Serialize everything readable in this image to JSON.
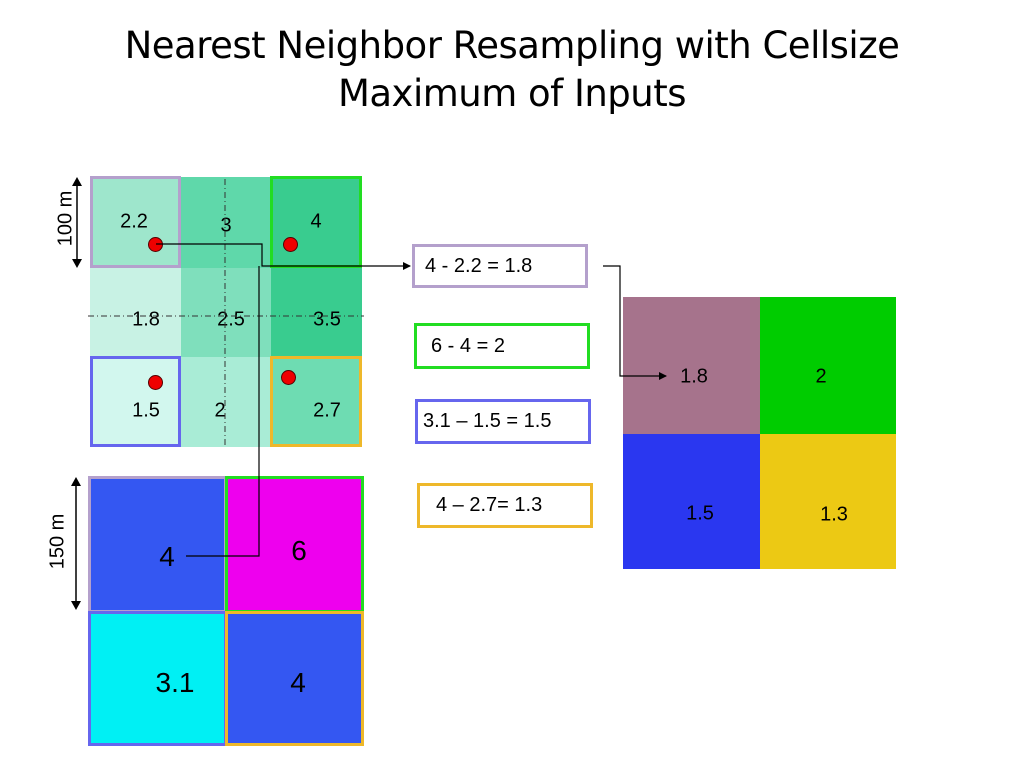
{
  "title": {
    "line1": "Nearest Neighbor Resampling with Cellsize",
    "line2": "Maximum of Inputs"
  },
  "fine_grid": {
    "dimension_label": "100 m",
    "rows": [
      [
        "2.2",
        "3",
        "4"
      ],
      [
        "1.8",
        "2.5",
        "3.5"
      ],
      [
        "1.5",
        "2",
        "2.7"
      ]
    ],
    "colors": [
      [
        "#9ee6cc",
        "#5fd8aa",
        "#39cc8f"
      ],
      [
        "#c8f2e4",
        "#7fdfbc",
        "#39cc8f"
      ],
      [
        "#d2f7ee",
        "#a9ecd6",
        "#6edcb2"
      ]
    ]
  },
  "coarse_grid": {
    "dimension_label": "150 m",
    "rows": [
      [
        "4",
        "6"
      ],
      [
        "3.1",
        "4"
      ]
    ],
    "colors": [
      [
        "#3457f2",
        "#ee00ee"
      ],
      [
        "#00f0f4",
        "#3457f2"
      ]
    ]
  },
  "equations": [
    {
      "text": "4 - 2.2 = 1.8",
      "border": "#b4a0cc"
    },
    {
      "text": "6 - 4 =  2",
      "border": "#22dd22"
    },
    {
      "text": "3.1 – 1.5 = 1.5",
      "border": "#6666ee"
    },
    {
      "text": "4 – 2.7= 1.3",
      "border": "#eeb82a"
    }
  ],
  "result_grid": {
    "rows": [
      [
        "1.8",
        "2"
      ],
      [
        "1.5",
        "1.3"
      ]
    ],
    "colors": [
      [
        "#a6738c",
        "#00cc00"
      ],
      [
        "#2a37f0",
        "#ecc914"
      ]
    ]
  },
  "highlight_colors": {
    "purple": "#b4a0cc",
    "green": "#22dd22",
    "blue": "#6666ee",
    "orange": "#eeb82a"
  }
}
